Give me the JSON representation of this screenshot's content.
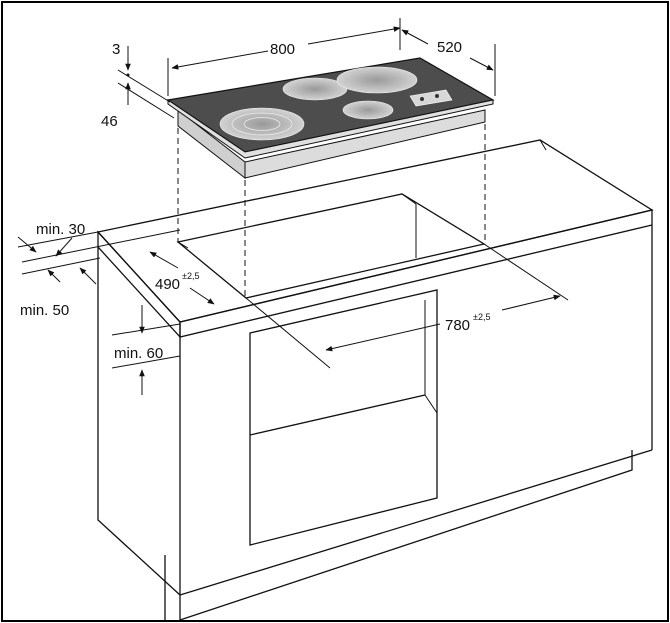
{
  "hob": {
    "width": "800",
    "depth": "520",
    "glass_thickness": "3",
    "build_in_height": "46"
  },
  "cutout": {
    "depth": "490",
    "depth_tolerance": "±2,5",
    "width": "780",
    "width_tolerance": "±2,5"
  },
  "clearances": {
    "front_edge": "min. 30",
    "rear_wall": "min. 50",
    "below": "min. 60"
  },
  "colors": {
    "line": "#111111",
    "glass_top": "#4a4a4a",
    "glass_side": "#d4d4d4",
    "zone_fill": "#b8b8b8",
    "frame": "#000000"
  }
}
